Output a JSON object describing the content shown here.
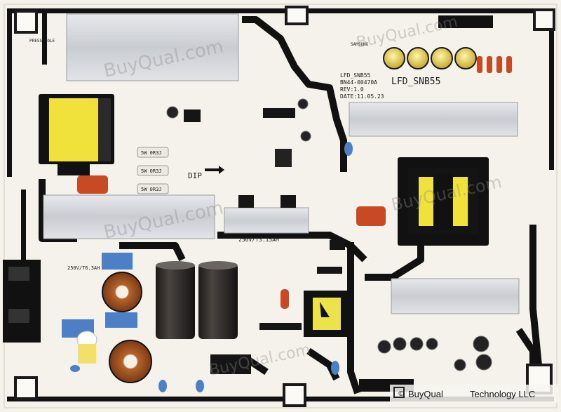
{
  "board": {
    "model": "LFD_SNB55",
    "part_line1": "LFD_SNB55",
    "part_line2": "BN44-00470A",
    "rev": "REV:1.0",
    "date": "DATE:11.05.23",
    "brand": "SAMSUNG",
    "dip_label": "DIP",
    "fuse_label": "250V/T3.15AH",
    "fuse_label_left": "250V/T6.3AH",
    "resistor_labels": [
      "5W 0R3J",
      "5W 0R3J",
      "5W 0R3J"
    ],
    "hole_label": "PRESS_HOLE"
  },
  "watermark": {
    "text": "BuyQual.com",
    "footer_brand": "BuyQual",
    "footer_suffix": "Technology LLC",
    "copyright": "©"
  },
  "colors": {
    "pcb": "#f4f2ea",
    "trace": "#111111",
    "heatsink": "#d2d4d8",
    "transformer_core": "#111111",
    "transformer_coil": "#f0e23a",
    "cap_film": "#c84a25",
    "cap_blue": "#4d7fc6"
  }
}
